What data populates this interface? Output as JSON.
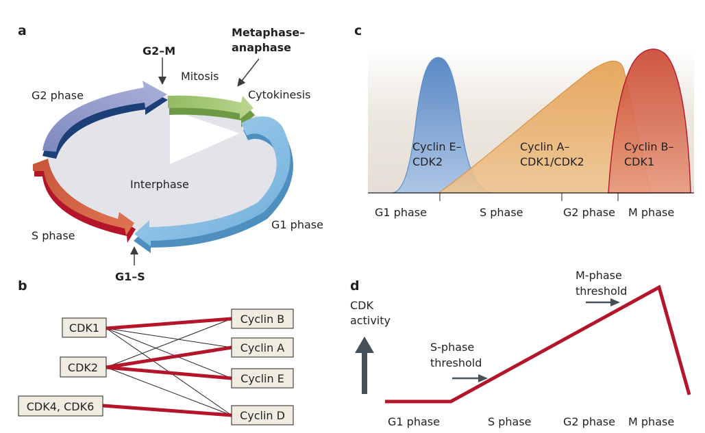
{
  "panel_a": {
    "letter": "a",
    "labels": {
      "g2m": "G2–M",
      "metaphase_line1": "Metaphase–",
      "metaphase_line2": "anaphase",
      "mitosis": "Mitosis",
      "cytokinesis": "Cytokinesis",
      "g2_phase": "G2 phase",
      "interphase": "Interphase",
      "s_phase": "S phase",
      "g1_phase": "G1 phase",
      "g1s": "G1–S"
    },
    "colors": {
      "g2": "#8d96c6",
      "g2_dark": "#1c3f78",
      "mitosis": "#a7c77a",
      "mitosis_dark": "#6e9a45",
      "g1": "#8ec0e2",
      "g1_dark": "#4f8fc0",
      "s": "#d0603e",
      "s_dark": "#b4152a",
      "interior": "#e2e4ea"
    }
  },
  "panel_b": {
    "letter": "b",
    "cdks": [
      "CDK1",
      "CDK2",
      "CDK4, CDK6"
    ],
    "cyclins": [
      "Cyclin B",
      "Cyclin A",
      "Cyclin E",
      "Cyclin D"
    ],
    "line_color": "#b4152a"
  },
  "panel_c": {
    "letter": "c",
    "curves": [
      {
        "line1": "Cyclin E–",
        "line2": "CDK2",
        "color": "#5e8fcc"
      },
      {
        "line1": "Cyclin A–",
        "line2": "CDK1/CDK2",
        "color": "#e9a95c"
      },
      {
        "line1": "Cyclin B–",
        "line2": "CDK1",
        "color": "#d25a45"
      }
    ],
    "phases": [
      "G1 phase",
      "S phase",
      "G2 phase",
      "M phase"
    ]
  },
  "panel_d": {
    "letter": "d",
    "ylabel_line1": "CDK",
    "ylabel_line2": "activity",
    "s_threshold_line1": "S-phase",
    "s_threshold_line2": "threshold",
    "m_threshold_line1": "M-phase",
    "m_threshold_line2": "threshold",
    "phases": [
      "G1 phase",
      "S phase",
      "G2 phase",
      "M phase"
    ],
    "line_color": "#b4152a"
  }
}
